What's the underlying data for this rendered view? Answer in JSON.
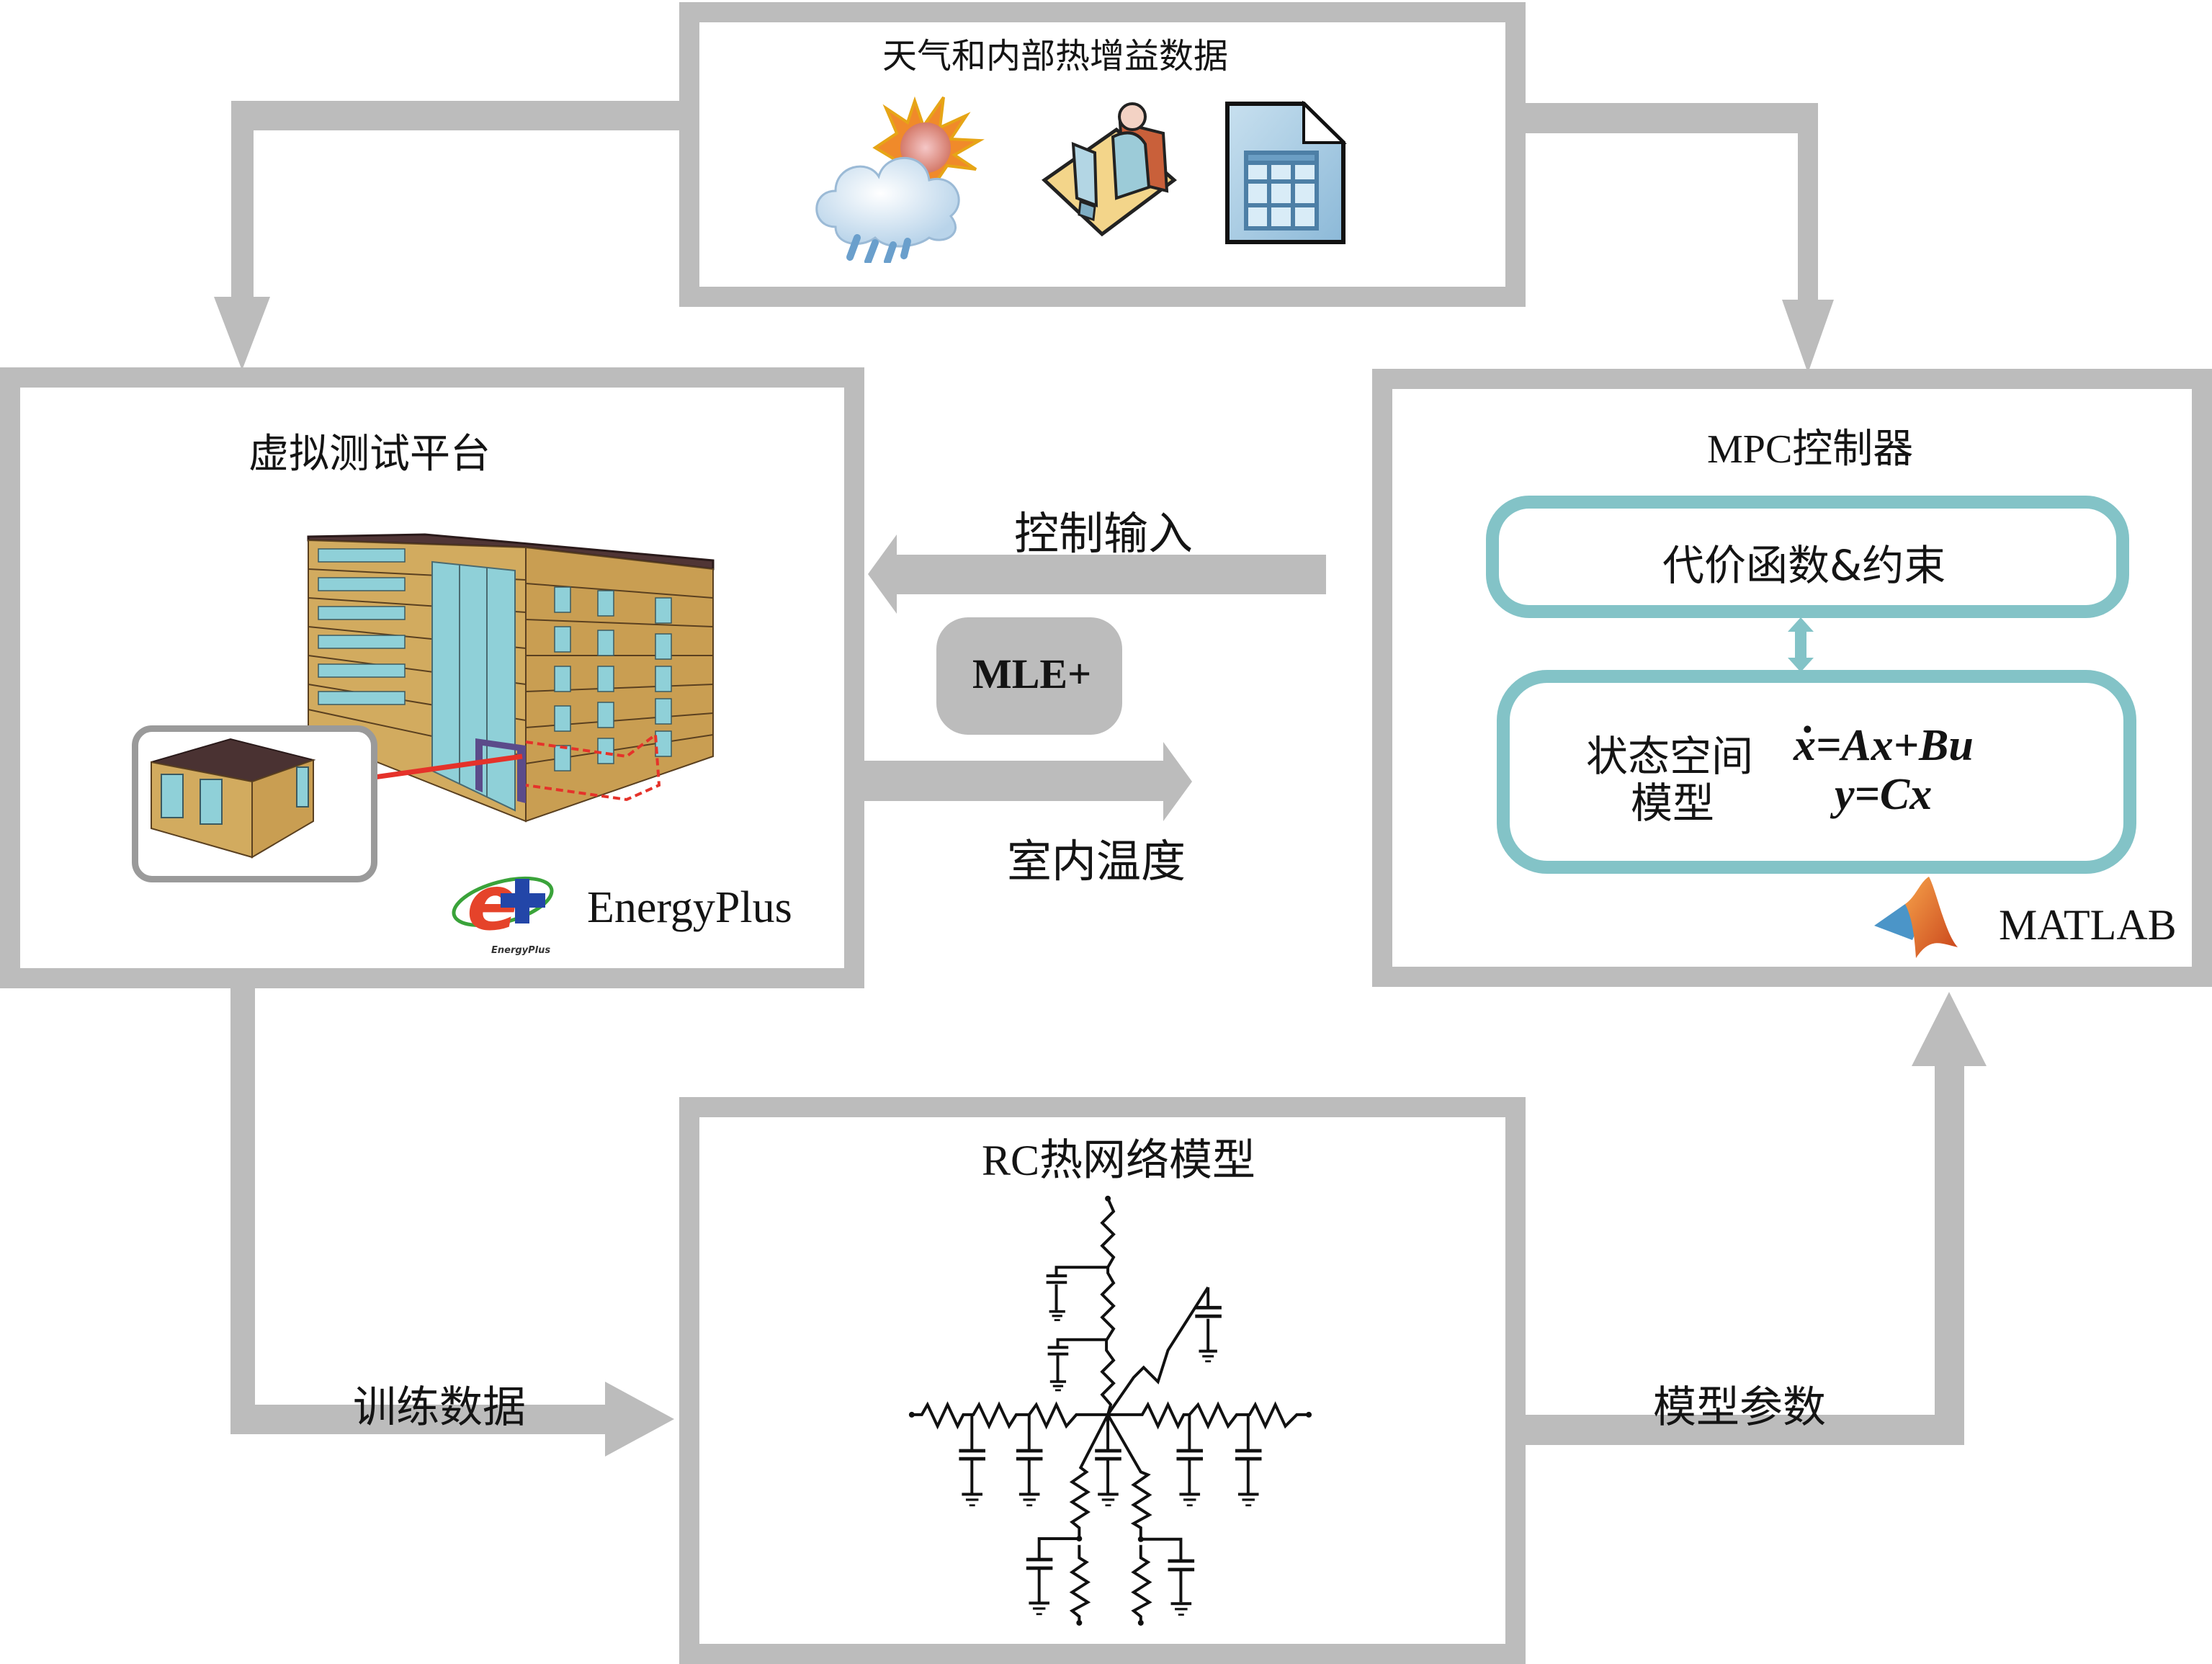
{
  "colors": {
    "frame_gray": "#bcbcbc",
    "teal": "#83c3c7",
    "text": "#141414",
    "building_wall": "#d2ab5f",
    "building_roof": "#4a3232",
    "glass": "#8fd0d8",
    "red_arrow": "#e5322a"
  },
  "top_box": {
    "title": "天气和内部热增益数据",
    "icons": [
      "weather-cloud-sun-rain-icon",
      "person-at-desk-icon",
      "spreadsheet-document-icon"
    ]
  },
  "left_box": {
    "title": "虚拟测试平台",
    "logo_text": "EnergyPlus",
    "logo_small_text": "EnergyPlus"
  },
  "right_box": {
    "title": "MPC控制器",
    "cost_block": "代价函数&约束",
    "model_block": {
      "label_line1": "状态空间",
      "label_line2": "模型",
      "eq1_dot": "x",
      "eq1_rest": "=Ax+Bu",
      "eq2": "y=Cx"
    },
    "logo_text": "MATLAB"
  },
  "middle": {
    "control_input_label": "控制输入",
    "mle_label": "MLE+",
    "indoor_temp_label": "室内温度"
  },
  "bottom_box": {
    "title": "RC热网络模型"
  },
  "flows": {
    "training_data_label": "训练数据",
    "model_params_label": "模型参数"
  }
}
